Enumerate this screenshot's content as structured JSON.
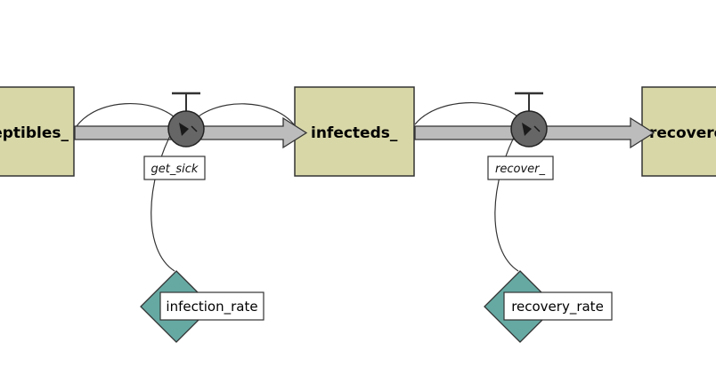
{
  "colors": {
    "stock_fill": "#d8d7a8",
    "param_fill": "#66a9a3",
    "valve_fill": "#666666",
    "pipe_fill": "#bcbcbc",
    "outline": "#333333"
  },
  "stocks": {
    "susceptibles": "eptibles_",
    "infecteds": "infecteds_",
    "recovereds": "recovere"
  },
  "flows": {
    "get_sick": "get_sick",
    "recover": "recover_"
  },
  "parameters": {
    "infection_rate": "infection_rate",
    "recovery_rate": "recovery_rate"
  },
  "icons": {
    "valve": "valve-icon",
    "parameter": "diamond-icon",
    "arrow": "flow-arrow-icon"
  }
}
